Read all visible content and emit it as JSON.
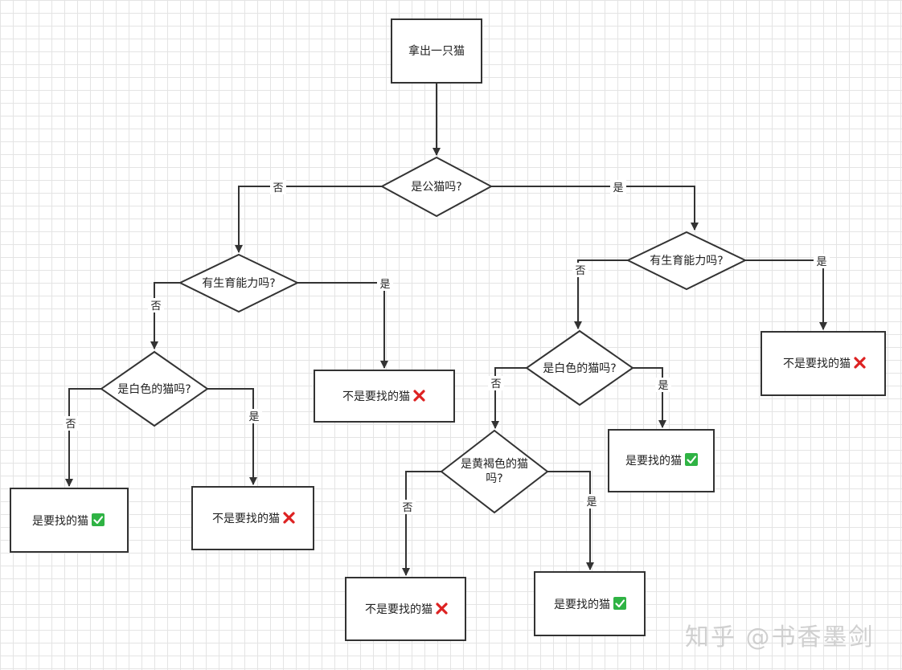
{
  "nodes": {
    "start": "拿出一只猫",
    "is_male": "是公猫吗?",
    "male_fertile": "有生育能力吗?",
    "male_white": "是白色的猫吗?",
    "male_nonwhite_result": "是要找的猫",
    "male_white_result": "不是要找的猫",
    "male_fertile_result": "不是要找的猫",
    "female_fertile": "有生育能力吗?",
    "female_fertile_result": "不是要找的猫",
    "female_white": "是白色的猫吗?",
    "female_white_result": "是要找的猫",
    "yellow_brown_line1": "是黄褐色的猫",
    "yellow_brown_line2": "吗?",
    "yellow_brown_no_result": "不是要找的猫",
    "yellow_brown_yes_result": "是要找的猫"
  },
  "edges": {
    "yes": "是",
    "no": "否"
  },
  "result_icons": {
    "match": "check-icon",
    "no_match": "cross-icon"
  },
  "colors": {
    "check": "#2fb344",
    "cross": "#dd2222",
    "stroke": "#333333"
  },
  "watermark": "知乎 @书香墨剑"
}
